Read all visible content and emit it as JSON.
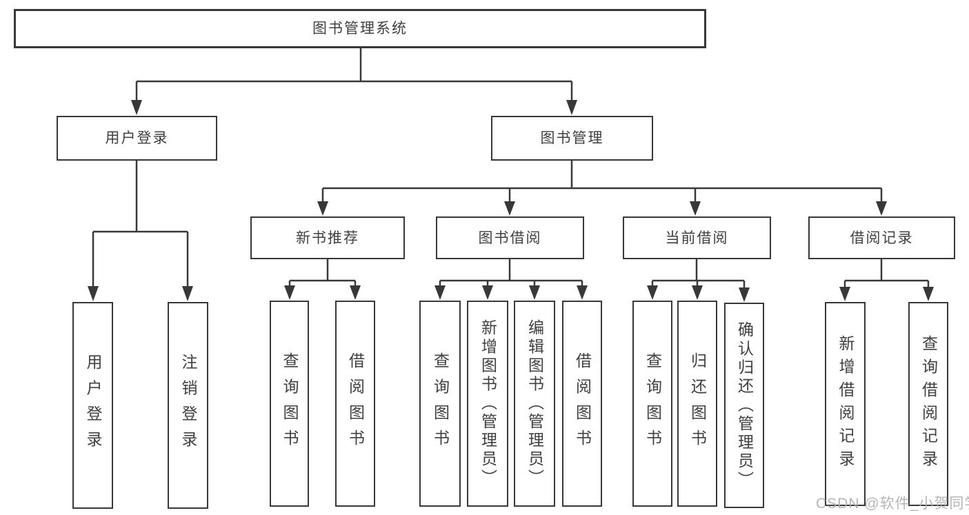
{
  "tree": {
    "root": {
      "label": "图书管理系统"
    },
    "branches": [
      {
        "label": "用户登录",
        "children": [
          {
            "label": "用户登录"
          },
          {
            "label": "注销登录"
          }
        ]
      },
      {
        "label": "图书管理",
        "children": [
          {
            "label": "新书推荐",
            "children": [
              {
                "label": "查询图书"
              },
              {
                "label": "借阅图书"
              }
            ]
          },
          {
            "label": "图书借阅",
            "children": [
              {
                "label": "查询图书"
              },
              {
                "label": "新增图书（管理员）"
              },
              {
                "label": "编辑图书（管理员）"
              },
              {
                "label": "借阅图书"
              }
            ]
          },
          {
            "label": "当前借阅",
            "children": [
              {
                "label": "查询图书"
              },
              {
                "label": "归还图书"
              },
              {
                "label": "确认归还（管理员）"
              }
            ]
          },
          {
            "label": "借阅记录",
            "children": [
              {
                "label": "新增借阅记录"
              },
              {
                "label": "查询借阅记录"
              }
            ]
          }
        ]
      }
    ]
  },
  "watermark": {
    "text": "CSDN @软件_小贺同学"
  },
  "colors": {
    "line": "#383838",
    "box_border": "#383838",
    "box_fill": "#ffffff",
    "text": "#3f3f3f",
    "watermark": "#b9b9b9",
    "background": "#ffffff"
  }
}
